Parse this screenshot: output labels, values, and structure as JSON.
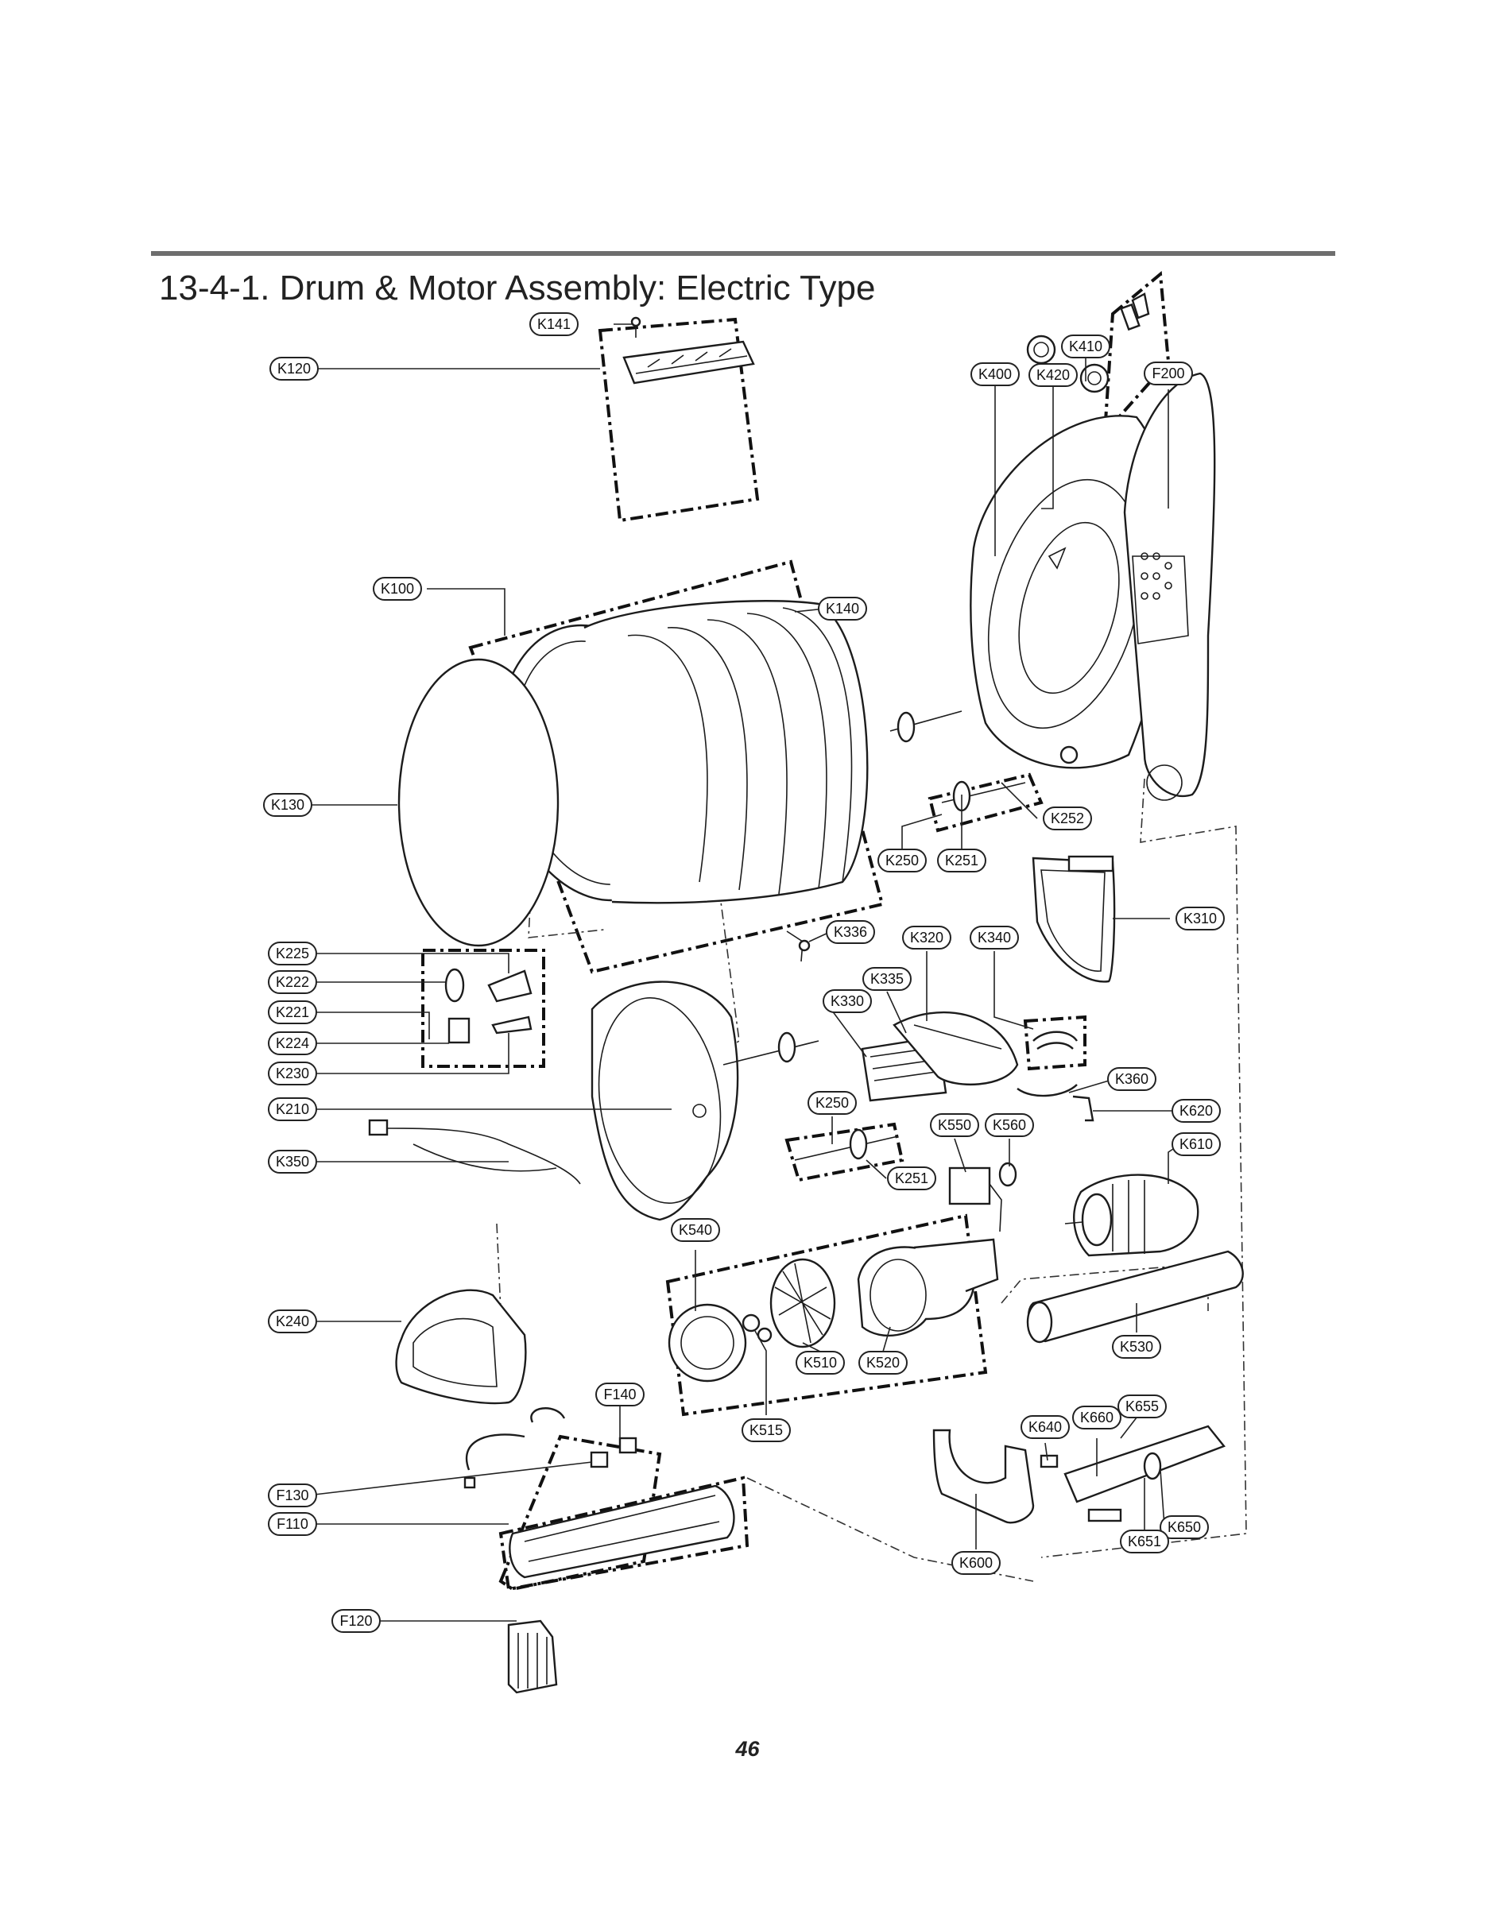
{
  "page": {
    "title": "13-4-1. Drum & Motor Assembly: Electric Type",
    "page_number": "46"
  },
  "diagram": {
    "callouts": [
      "K400",
      "K420",
      "K410",
      "F200",
      "K120",
      "K141",
      "K100",
      "K140",
      "K130",
      "K252",
      "K250",
      "K251",
      "K310",
      "K336",
      "K320",
      "K340",
      "K225",
      "K335",
      "K330",
      "K222",
      "K221",
      "K224",
      "K230",
      "K360",
      "K210",
      "K250",
      "K620",
      "K550",
      "K560",
      "K610",
      "K350",
      "K251",
      "K540",
      "K240",
      "K530",
      "K510",
      "K520",
      "F140",
      "K515",
      "K640",
      "K660",
      "K655",
      "F130",
      "F110",
      "K650",
      "K651",
      "K600",
      "F120"
    ]
  }
}
